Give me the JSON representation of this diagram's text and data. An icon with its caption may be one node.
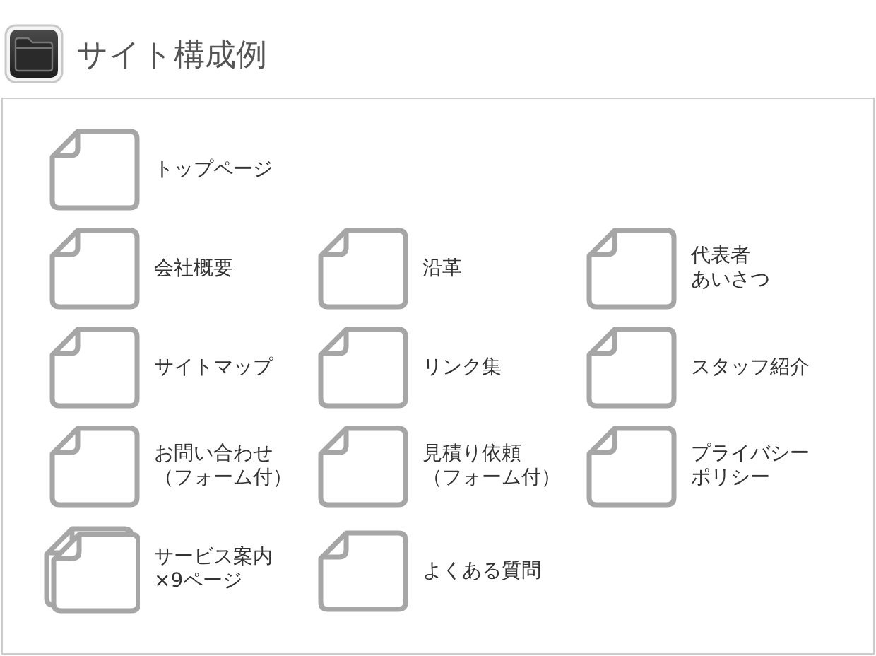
{
  "diagram": {
    "title": "サイト構成例",
    "nodes": [
      {
        "text": [],
        "shape": "box"
      },
      {
        "text": [
          "トップページ"
        ],
        "in": 0
      },
      {
        "text": [
          "会社概要"
        ],
        "in": 0
      },
      {
        "text": [
          "沿革"
        ],
        "in": 0
      },
      {
        "text": [
          "代表者あいさつ"
        ],
        "in": 0
      },
      {
        "text": [
          "サイトマップ"
        ],
        "in": 0
      },
      {
        "text": [
          "リンク集"
        ],
        "in": 0
      },
      {
        "text": [
          "スタッフ紹介"
        ],
        "in": 0
      },
      {
        "text": [
          "お問い合わせ（フォーム付）"
        ],
        "in": 0
      },
      {
        "text": [
          "見積り依頼（フォーム付）"
        ],
        "in": 0
      },
      {
        "text": [
          "プライバシーポリシー"
        ],
        "in": 0
      },
      {
        "text": [
          "サービス案内×9ページ"
        ],
        "in": 0
      },
      {
        "text": [
          "よくある質問"
        ],
        "in": 0
      }
    ]
  }
}
